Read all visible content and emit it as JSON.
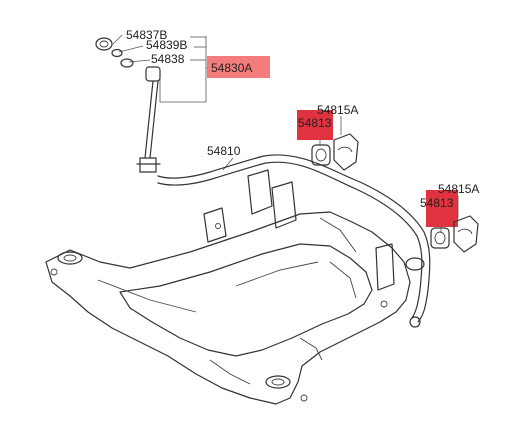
{
  "colors": {
    "highlight_light": "#f47c7c",
    "highlight_strong": "#e0323f",
    "line": "#333333"
  },
  "callouts": {
    "p54837B": "54837B",
    "p54839B": "54839B",
    "p54838": "54838",
    "p54830A": "54830A",
    "p54815A_upper": "54815A",
    "p54813_upper": "54813",
    "p54810": "54810",
    "p54815A_lower": "54815A",
    "p54813_lower": "54813"
  }
}
